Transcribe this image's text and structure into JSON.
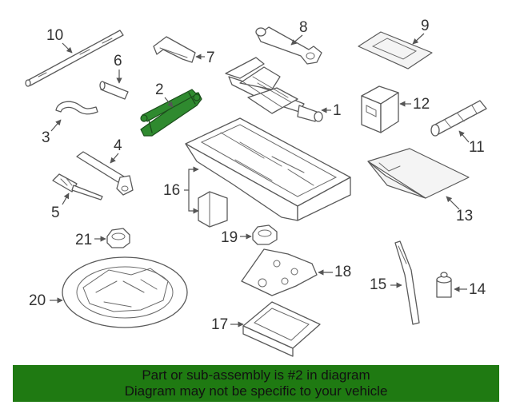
{
  "diagram": {
    "callouts": [
      "1",
      "2",
      "3",
      "4",
      "5",
      "6",
      "7",
      "8",
      "9",
      "10",
      "11",
      "12",
      "13",
      "14",
      "15",
      "16",
      "17",
      "18",
      "19",
      "20",
      "21"
    ],
    "highlight_color": "#2f8a2f"
  },
  "banner": {
    "line1": "Part or sub-assembly is #2 in diagram",
    "line2": "Diagram may not be specific to your vehicle",
    "background": "#1f7a12"
  }
}
